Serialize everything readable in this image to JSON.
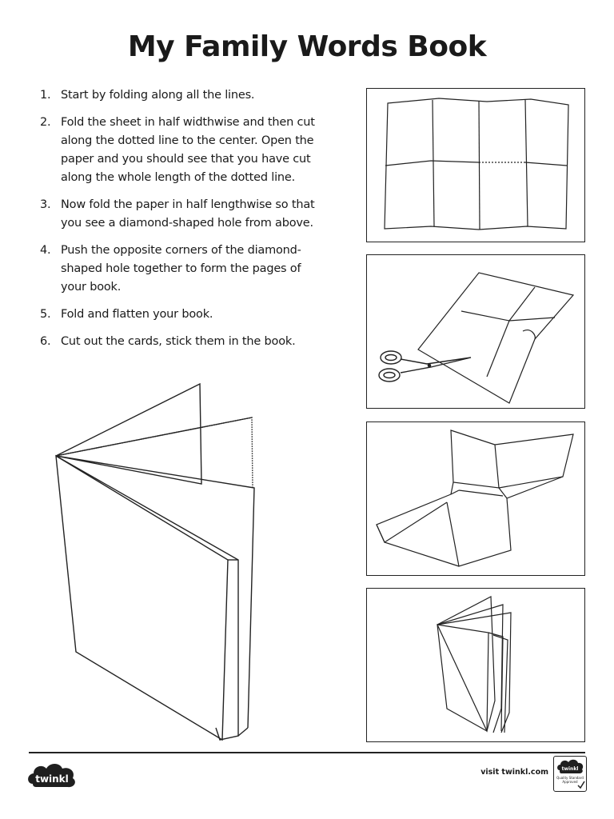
{
  "title": "My Family Words Book",
  "steps": [
    {
      "num": "1.",
      "text": "Start by folding along all the lines."
    },
    {
      "num": "2.",
      "text": "Fold the sheet in half widthwise and then cut along the dotted line to the center. Open the paper and you should see that you have cut along the whole length of the dotted line."
    },
    {
      "num": "3.",
      "text": "Now fold the paper in half lengthwise so that you see a diamond-shaped hole from above."
    },
    {
      "num": "4.",
      "text": "Push the opposite corners of the diamond-shaped hole together to form the pages of your book."
    },
    {
      "num": "5.",
      "text": "Fold and flatten your book."
    },
    {
      "num": "6.",
      "text": "Cut out the cards, stick them in the book."
    }
  ],
  "footer": {
    "logo_text": "twinkl",
    "visit_text": "visit twinkl.com",
    "badge_brand": "twinkl",
    "badge_line1": "Quality Standard",
    "badge_line2": "Approved"
  },
  "colors": {
    "ink": "#1a1a1a",
    "logo_bg": "#1f1f1f",
    "paper": "#ffffff"
  },
  "icons": {
    "scissors": "scissors-icon",
    "checkmark": "checkmark-icon"
  }
}
